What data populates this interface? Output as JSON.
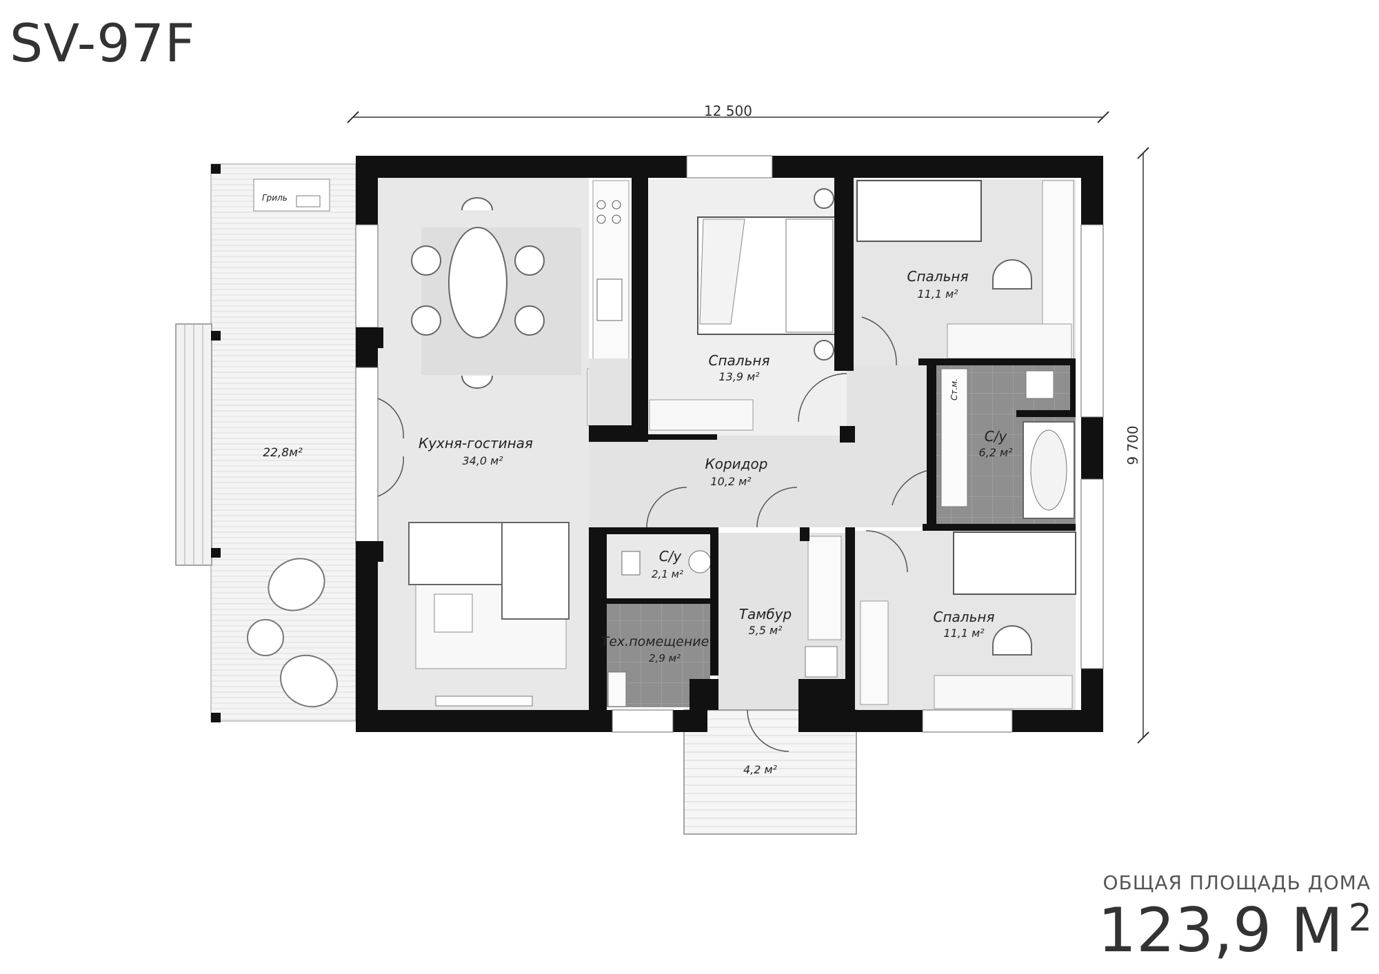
{
  "title": "SV-97F",
  "dimensions": {
    "width": "12 500",
    "height": "9 700"
  },
  "total": {
    "caption": "ОБЩАЯ ПЛОЩАДЬ ДОМА",
    "value": "123,9 М",
    "unit_sup": "2"
  },
  "rooms": {
    "terrace": {
      "area": "22,8м²"
    },
    "grill": {
      "label": "Гриль"
    },
    "kitchen": {
      "name": "Кухня-гостиная",
      "area": "34,0 м²"
    },
    "bedroom_1": {
      "name": "Спальня",
      "area": "13,9 м²"
    },
    "bedroom_2": {
      "name": "Спальня",
      "area": "11,1 м²"
    },
    "bedroom_3": {
      "name": "Спальня",
      "area": "11,1 м²"
    },
    "corridor": {
      "name": "Коридор",
      "area": "10,2 м²"
    },
    "bathroom_main": {
      "name": "С/у",
      "area": "6,2 м²"
    },
    "bathroom_small": {
      "name": "С/у",
      "area": "2,1 м²"
    },
    "tech_room": {
      "name": "Тех.помещение",
      "area": "2,9 м²"
    },
    "vestibule": {
      "name": "Тамбур",
      "area": "5,5 м²"
    },
    "porch": {
      "area": "4,2 м²"
    },
    "washer": {
      "label": "Ст.м."
    }
  }
}
